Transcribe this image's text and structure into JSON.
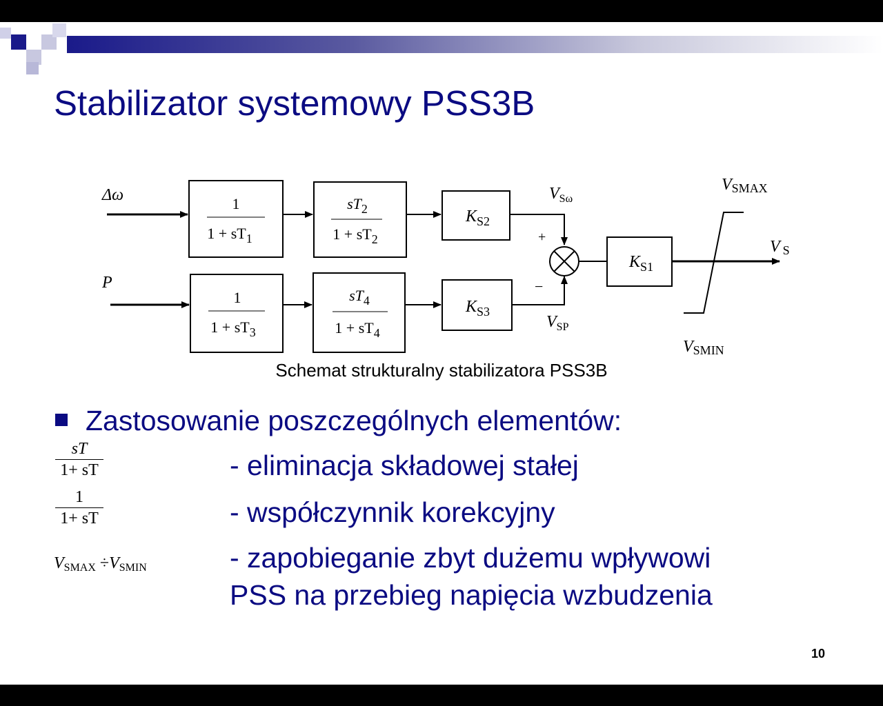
{
  "slide": {
    "title": "Stabilizator systemowy PSS3B",
    "caption": "Schemat strukturalny stabilizatora PSS3B",
    "page_number": "10",
    "accent_color": "#0b0b82"
  },
  "diagram": {
    "input_top": "Δω",
    "input_bottom": "P",
    "top_block1": {
      "num": "1",
      "den_a": "1 + sT",
      "den_sub": "1"
    },
    "top_block2": {
      "num_a": "sT",
      "num_sub": "2",
      "den_a": "1 + sT",
      "den_sub": "2"
    },
    "top_gain": {
      "main": "K",
      "sub": "S2"
    },
    "bottom_block1": {
      "num": "1",
      "den_a": "1 + sT",
      "den_sub": "3"
    },
    "bottom_block2": {
      "num_a": "sT",
      "num_sub": "4",
      "den_a": "1 + sT",
      "den_sub": "4"
    },
    "bottom_gain": {
      "main": "K",
      "sub": "S3"
    },
    "v_sw": {
      "main": "V",
      "sub": "Sω"
    },
    "v_sp": {
      "main": "V",
      "sub": "SP"
    },
    "plus_sign": "+",
    "minus_sign": "−",
    "main_gain": {
      "main": "K",
      "sub": "S1"
    },
    "v_smax": {
      "main": "V",
      "sub": "SMAX"
    },
    "v_smin": {
      "main": "V",
      "sub": "SMIN"
    },
    "v_out": {
      "main": "V",
      "sub": "S"
    }
  },
  "bullets": {
    "heading": "Zastosowanie poszczególnych elementów:",
    "items": [
      {
        "formula_num": "sT",
        "formula_den": "1+ sT",
        "text": "- eliminacja składowej stałej"
      },
      {
        "formula_num": "1",
        "formula_den": "1+ sT",
        "text": "- współczynnik korekcyjny"
      },
      {
        "formula_a": "V",
        "formula_a_sub": "SMAX",
        "formula_op": " ÷",
        "formula_b": "V",
        "formula_b_sub": "SMIN",
        "text_line1": "- zapobieganie zbyt dużemu wpływowi",
        "text_line2": "PSS na przebieg napięcia wzbudzenia"
      }
    ]
  }
}
